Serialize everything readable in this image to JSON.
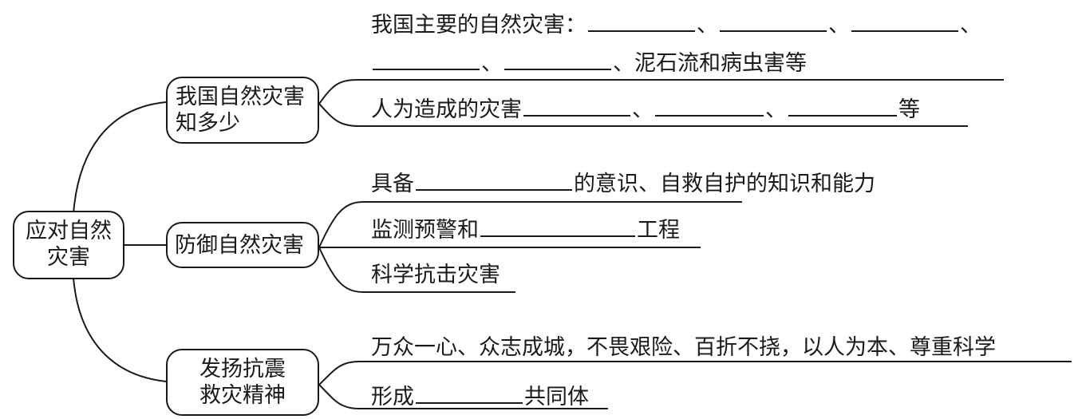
{
  "root": {
    "line1": "应对自然",
    "line2": "灾害"
  },
  "branches": [
    {
      "line1": "我国自然灾害",
      "line2": "知多少",
      "items": [
        {
          "prefix": "我国主要的自然灾害：",
          "sep1": "、",
          "sep2": "、",
          "sep3": "、",
          "sep4": "、",
          "sep5": "、",
          "suffix": "泥石流和病虫害等"
        },
        {
          "prefix": "人为造成的灾害",
          "sep1": "、",
          "sep2": "、",
          "suffix": "等"
        }
      ]
    },
    {
      "line1": "防御自然灾害",
      "items": [
        {
          "prefix": "具备",
          "suffix": "的意识、自救自护的知识和能力"
        },
        {
          "prefix": "监测预警和",
          "suffix": "工程"
        },
        {
          "text": "科学抗击灾害"
        }
      ]
    },
    {
      "line1": "发扬抗震",
      "line2": "救灾精神",
      "items": [
        {
          "text": "万众一心、众志成城，不畏艰险、百折不挠，以人为本、尊重科学"
        },
        {
          "prefix": "形成",
          "suffix": "共同体"
        }
      ]
    }
  ]
}
